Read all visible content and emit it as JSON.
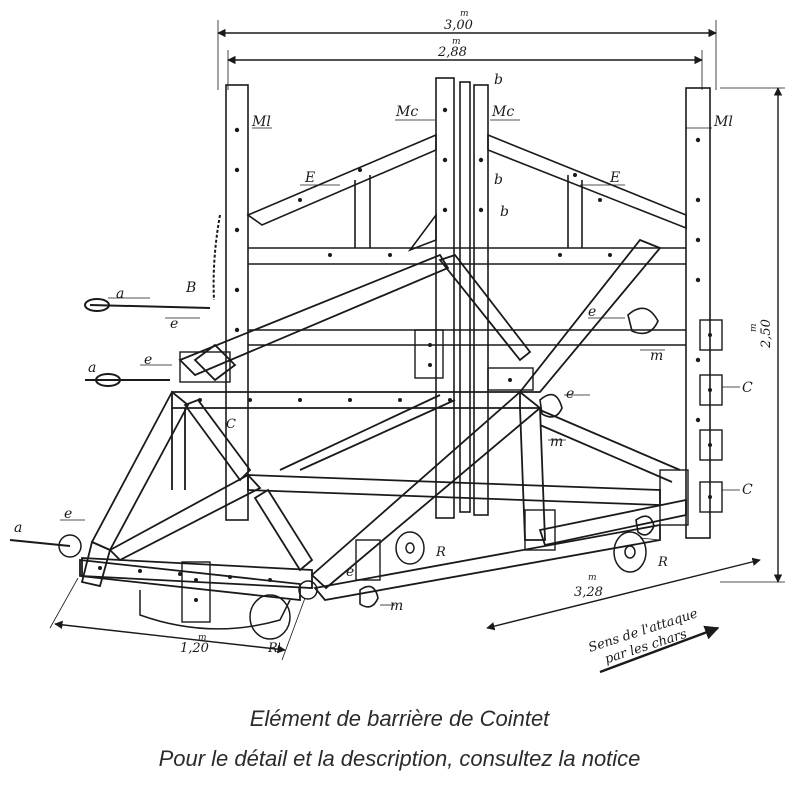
{
  "dimensions": {
    "width_total": {
      "unit": "m",
      "value": "3,00"
    },
    "width_inner": {
      "unit": "m",
      "value": "2,88"
    },
    "height": {
      "unit": "m",
      "value": "2,50"
    },
    "depth": {
      "unit": "m",
      "value": "3,28"
    },
    "base_front": {
      "unit": "m",
      "value": "1,20"
    }
  },
  "labels": {
    "ml_left": "Ml",
    "ml_right": "Ml",
    "mc_left": "Mc",
    "mc_right": "Mc",
    "e_upper_left": "E",
    "e_upper_right": "E",
    "b_top": "b",
    "b_mid": "b",
    "b_low": "b",
    "a_upper": "a",
    "a_mid": "a",
    "a_low": "a",
    "B": "B",
    "e_1": "e",
    "e_2": "e",
    "e_3": "e",
    "e_4": "e",
    "e_5": "e",
    "e_6": "e",
    "m_1": "m",
    "m_2": "m",
    "m_3": "m",
    "c_left": "C",
    "c_right_1": "C",
    "c_right_2": "C",
    "R_1": "R",
    "R_2": "R",
    "R_prime": "R'"
  },
  "direction_note": {
    "line1": "Sens de l'attaque",
    "line2": "par les chars"
  },
  "caption": {
    "line1": "Elément de barrière de Cointet",
    "line2": "Pour le détail et la description, consultez la notice"
  },
  "colors": {
    "ink": "#1a1a1a",
    "caption": "#2b2b2b",
    "background": "#ffffff"
  }
}
